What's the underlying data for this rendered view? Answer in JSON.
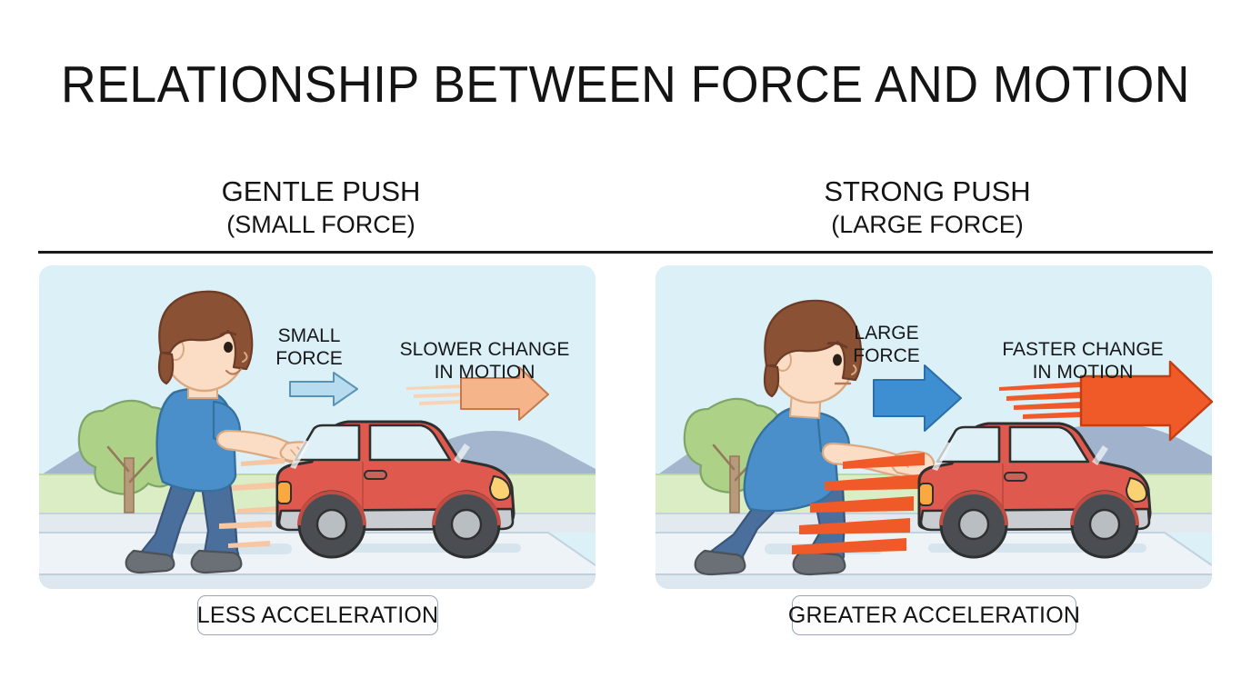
{
  "title": "RELATIONSHIP BETWEEN FORCE AND MOTION",
  "divider": "horizontal-rule",
  "columns": [
    {
      "id": "gentle",
      "heading_main": "GENTLE PUSH",
      "heading_sub": "(SMALL FORCE)",
      "force_label_line1": "SMALL",
      "force_label_line2": "FORCE",
      "motion_label_line1": "SLOWER CHANGE",
      "motion_label_line2": "IN MOTION",
      "caption": "LESS ACCELERATION",
      "force_arrow_color": "#b8dcef",
      "force_arrow_stroke": "#5b93b5",
      "motion_arrow_color": "#f5b48a",
      "motion_arrow_stroke": "#c47a4e",
      "speed_line_color": "#f7c7a4",
      "person_pose": "upright-gentle-push",
      "expression": "smiling",
      "car_color": "#e0594e"
    },
    {
      "id": "strong",
      "heading_main": "STRONG PUSH",
      "heading_sub": "(LARGE FORCE)",
      "force_label_line1": "LARGE",
      "force_label_line2": "FORCE",
      "motion_label_line1": "FASTER CHANGE",
      "motion_label_line2": "IN MOTION",
      "caption": "GREATER ACCELERATION",
      "force_arrow_color": "#3d8fd1",
      "force_arrow_stroke": "#2b6ea8",
      "motion_arrow_color": "#f05a28",
      "motion_arrow_stroke": "#c03f14",
      "speed_line_color": "#f05a28",
      "person_pose": "leaning-strong-push",
      "expression": "determined",
      "car_color": "#e0594e"
    }
  ],
  "scene_elements": {
    "sky_color": "#dcf0f7",
    "hill_color": "#9aabc6",
    "grass_color": "#dbedc4",
    "road_color": "#eef2f5",
    "slab_color": "#dfe9f0",
    "tree_foliage": "#aed188",
    "tree_trunk": "#b79a79",
    "shirt_color": "#4a8fc9",
    "pants_color": "#4a6f9c",
    "shoe_color": "#6b7076",
    "hair_color": "#8a5134",
    "skin_color": "#fbdcc4"
  }
}
